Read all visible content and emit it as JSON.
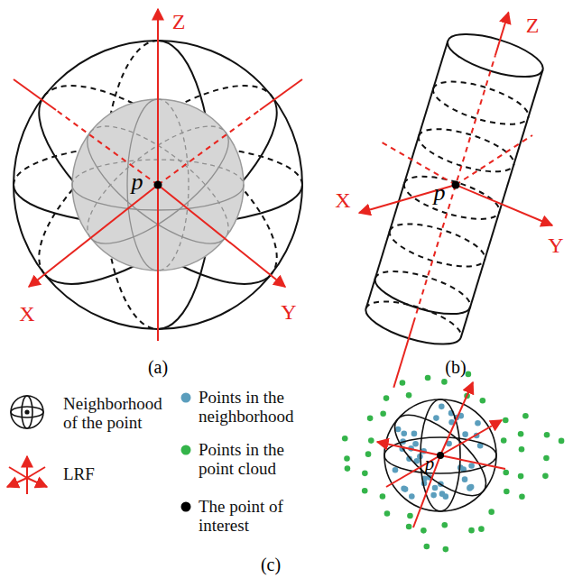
{
  "diagram": {
    "labels": [
      "Z",
      "X",
      "Y",
      "p",
      "Z",
      "X",
      "Y",
      "p",
      "(a)",
      "(b)",
      "p",
      "(c)"
    ],
    "legend": [
      {
        "text": "Neighborhood of the point"
      },
      {
        "text": "LRF"
      },
      {
        "text": "Points in the neighborhood",
        "color": "#5b9ebd"
      },
      {
        "text": "Points in the point cloud",
        "color": "#34b44a"
      },
      {
        "text": "The point of interest",
        "color": "#000000"
      }
    ]
  }
}
